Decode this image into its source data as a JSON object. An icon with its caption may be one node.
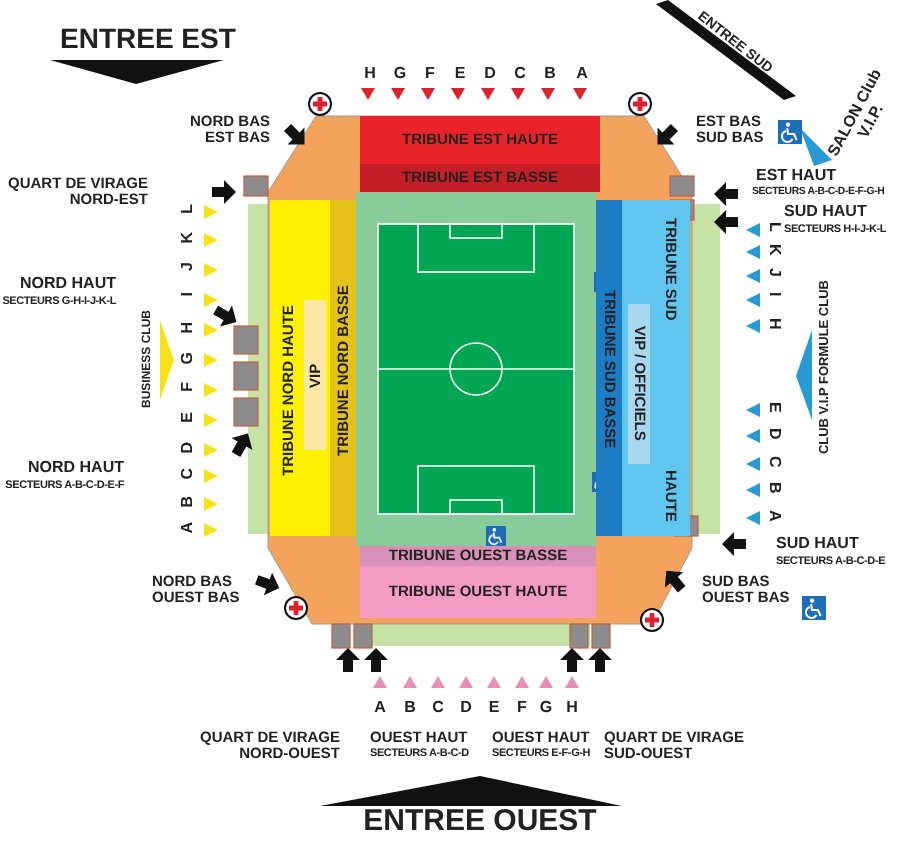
{
  "diagram": {
    "nodes": [
      {
        "text": [
          "TRIBUNE EST HAUTE"
        ]
      },
      {
        "text": [
          "TRIBUNE EST BASSE"
        ]
      },
      {
        "text": [
          "TRIBUNE NORD HAUTE"
        ]
      },
      {
        "text": [
          "VIP"
        ],
        "in": 2
      },
      {
        "text": [
          "TRIBUNE NORD BASSE"
        ]
      },
      {
        "text": [
          "TRIBUNE SUD",
          "HAUTE"
        ]
      },
      {
        "text": [
          "VIP / OFFICIELS"
        ],
        "in": 5
      },
      {
        "text": [
          "TRIBUNE SUD BASSE"
        ]
      },
      {
        "text": [
          "TRIBUNE OUEST BASSE"
        ]
      },
      {
        "text": [
          "TRIBUNE OUEST HAUTE"
        ]
      }
    ],
    "labels": [
      "ENTREE EST",
      "H",
      "G",
      "F",
      "E",
      "D",
      "C",
      "B",
      "A",
      "ENTREE SUD",
      "NORD BAS EST BAS",
      "EST BAS SUD BAS",
      "SALON Club V.I.P.",
      "QUART DE VIRAGE NORD-EST",
      "EST HAUT",
      "SECTEURS A-B-C-D-E-F-G-H",
      "SUD HAUT",
      "SECTEURS H-I-J-K-L",
      "L",
      "K",
      "J",
      "I",
      "H",
      "G",
      "F",
      "E",
      "D",
      "C",
      "B",
      "A",
      "NORD HAUT",
      "SECTEURS G-H-I-J-K-L",
      "BUSINESS CLUB",
      "L",
      "K",
      "J",
      "I",
      "H",
      "CLUB V.I.P FORMULE CLUB",
      "E",
      "D",
      "C",
      "B",
      "A",
      "NORD HAUT",
      "SECTEURS A-B-C-D-E-F",
      "SUD HAUT",
      "SECTEURS A-B-C-D-E",
      "NORD BAS OUEST BAS",
      "SUD BAS OUEST BAS",
      "A",
      "B",
      "C",
      "D",
      "E",
      "F",
      "G",
      "H",
      "QUART DE VIRAGE NORD-OUEST",
      "OUEST HAUT",
      "SECTEURS A-B-C-D",
      "OUEST HAUT",
      "SECTEURS E-F-G-H",
      "QUART DE VIRAGE SUD-OUEST",
      "ENTREE OUEST"
    ]
  }
}
